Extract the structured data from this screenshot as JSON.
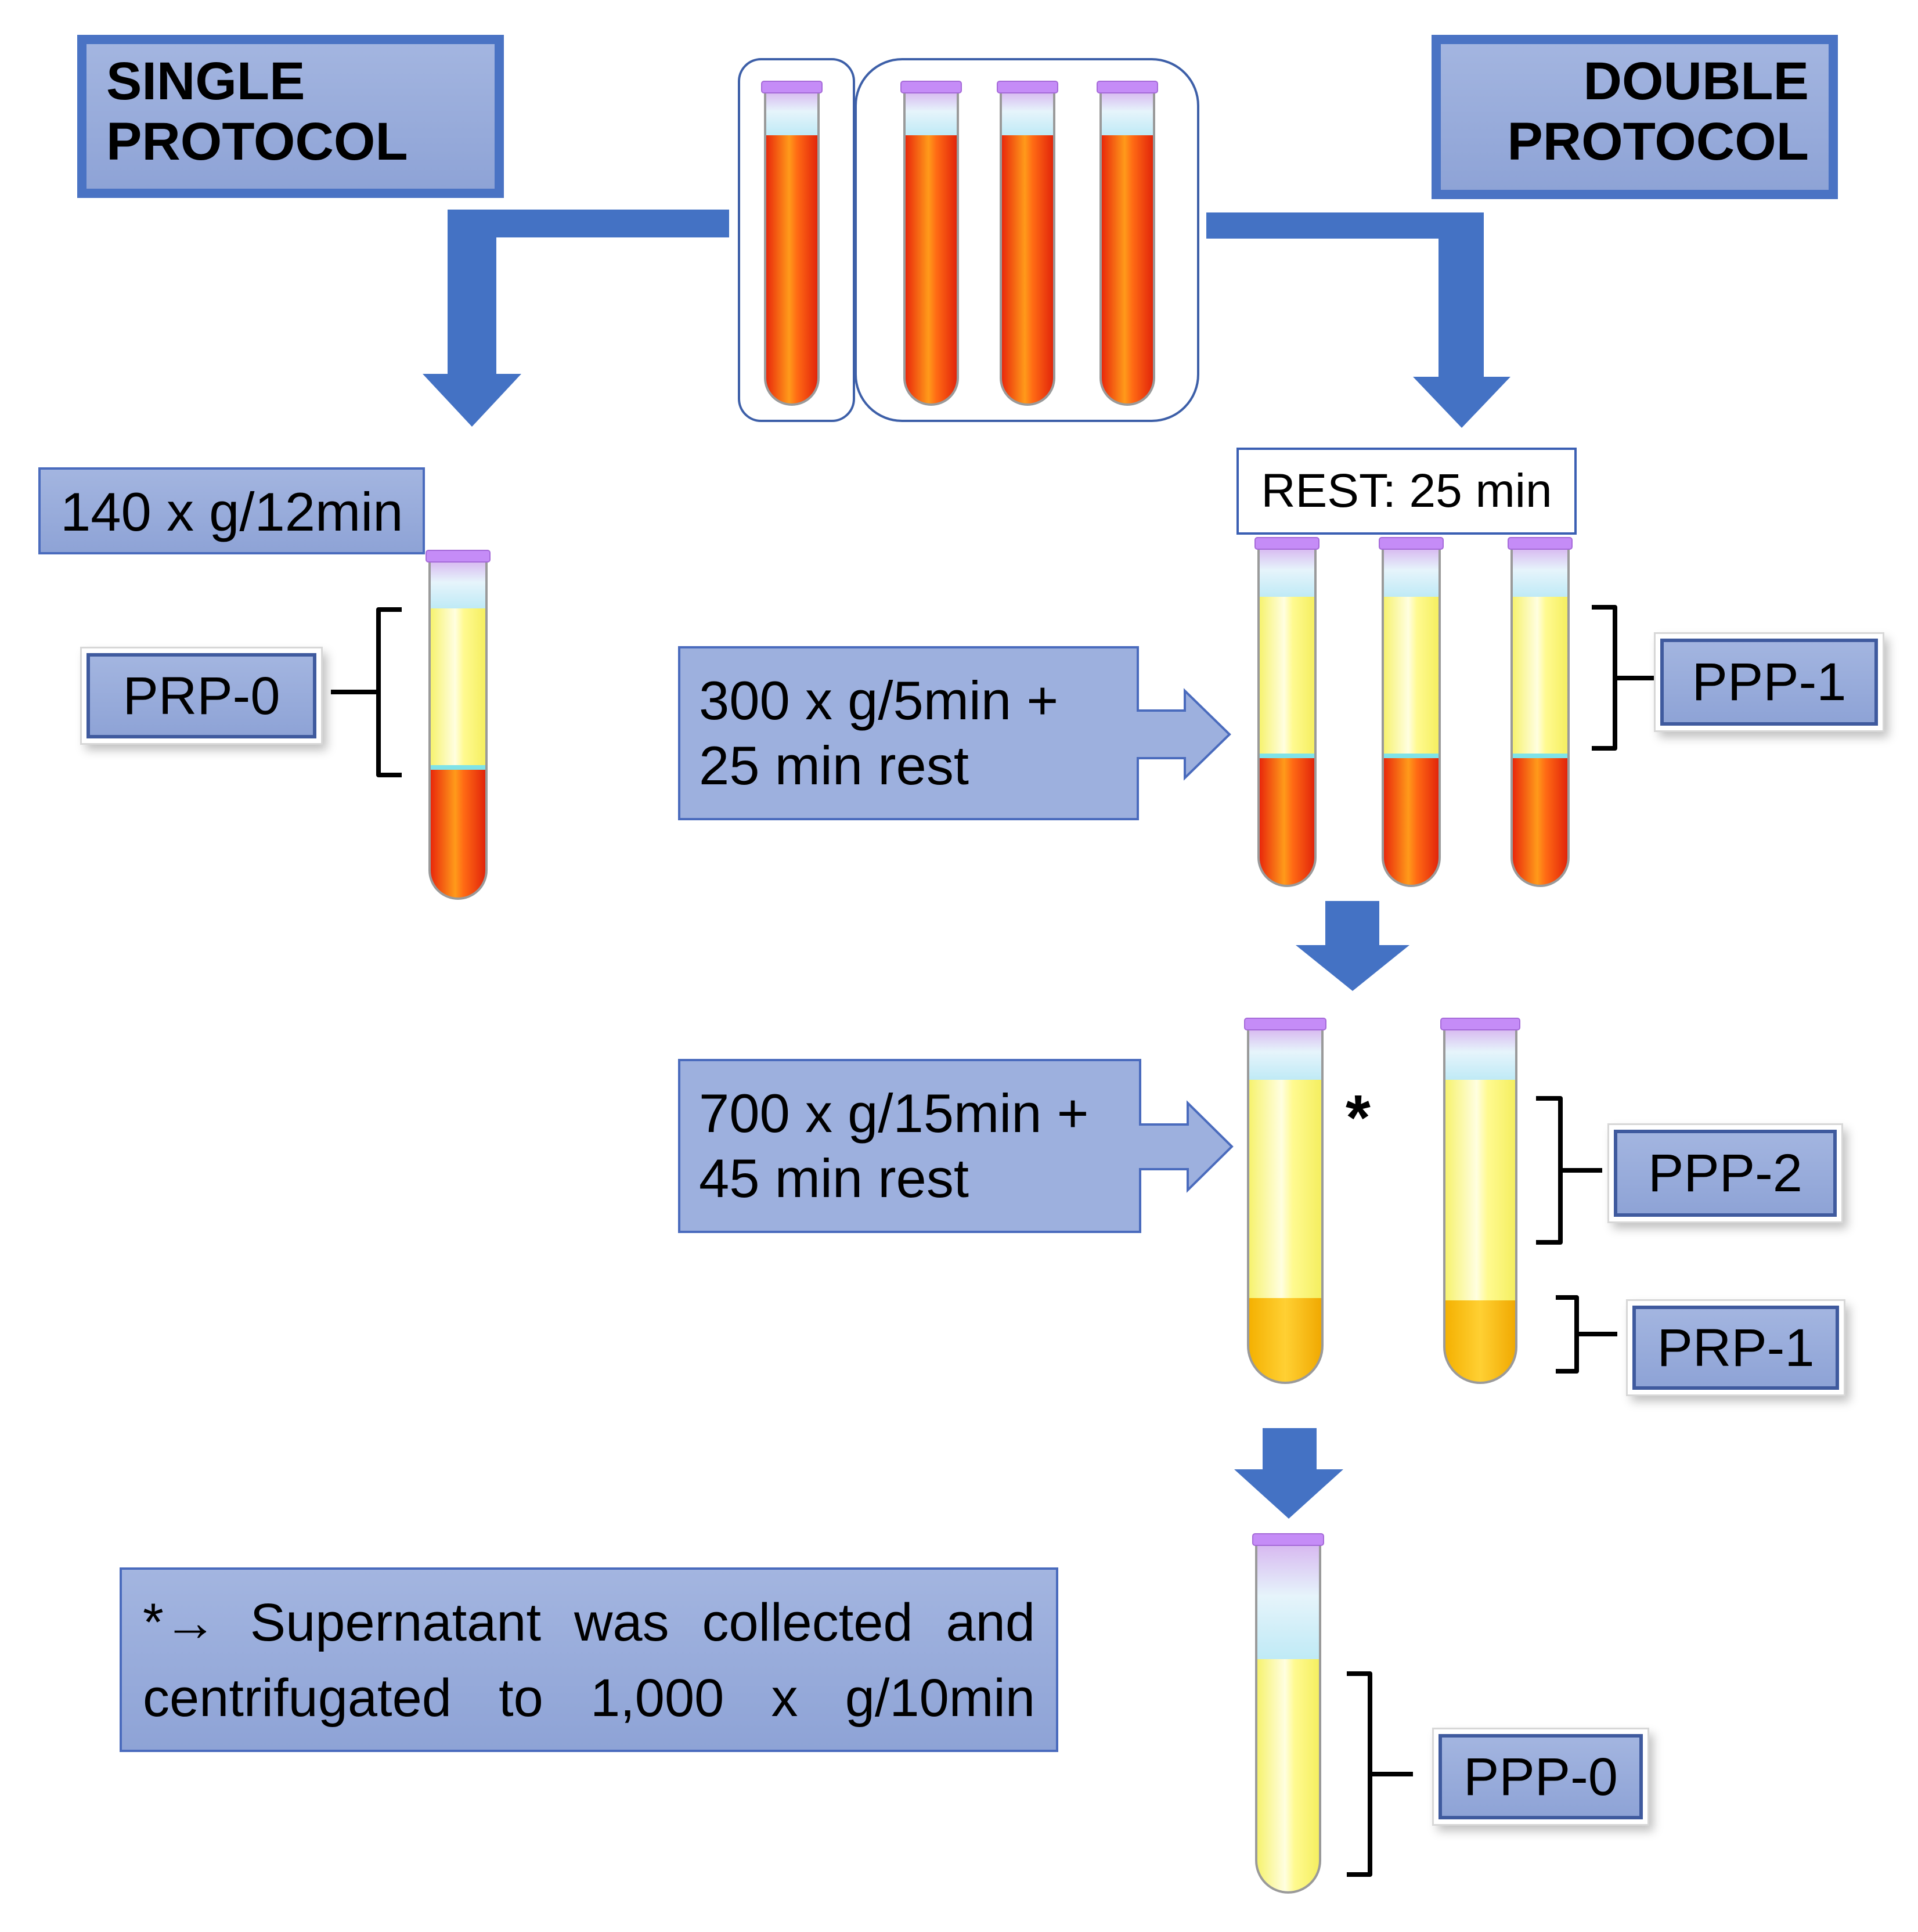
{
  "protocols": {
    "single": [
      "SINGLE",
      "PROTOCOL"
    ],
    "double": [
      "DOUBLE",
      "PROTOCOL"
    ]
  },
  "steps": {
    "single_spin": "140 x g/12min",
    "first_spin": [
      "300 x g/5min +",
      "25 min rest"
    ],
    "second_spin": [
      "700 x g/15min +",
      "45 min rest"
    ],
    "rest": "REST: 25 min"
  },
  "fractions": {
    "prp0": "PRP-0",
    "ppp1": "PPP-1",
    "ppp2": "PPP-2",
    "prp1": "PRP-1",
    "ppp0": "PPP-0"
  },
  "asterisk": "*",
  "note": {
    "arrow_prefix": "*→",
    "line1": "Supernatant was collected and",
    "line2": "centrifugated to 1,000 x g/10min"
  },
  "colors": {
    "arrow_blue": "#4472c4",
    "blood_red": "#ff4500",
    "plasma_yellow": "#ffff88",
    "pellet_gold": "#ffc000",
    "cap_purple": "#cc88ff",
    "box_fill": "#9db0de"
  }
}
